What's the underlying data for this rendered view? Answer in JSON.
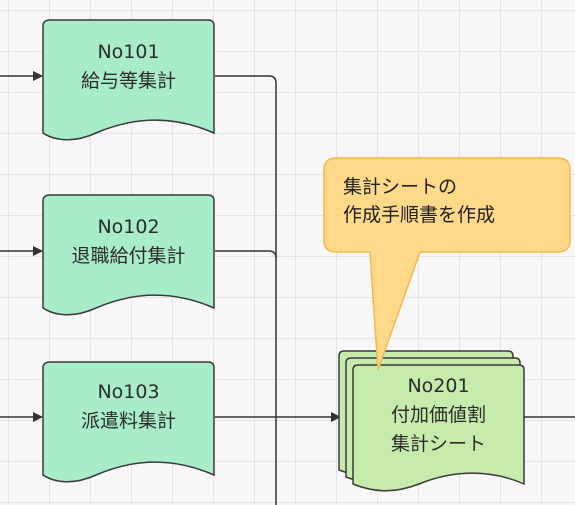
{
  "nodes": [
    {
      "id": "No101",
      "lines": [
        "No101",
        "給与等集計"
      ]
    },
    {
      "id": "No102",
      "lines": [
        "No102",
        "退職給付集計"
      ]
    },
    {
      "id": "No103",
      "lines": [
        "No103",
        "派遣料集計"
      ]
    },
    {
      "id": "No201",
      "lines": [
        "No201",
        "付加価値割",
        "集計シート"
      ]
    }
  ],
  "callout": {
    "lines": [
      "集計シートの",
      "作成手順書を作成"
    ]
  },
  "colors": {
    "doc_fill": "#a9edc8",
    "doc_stroke": "#3a3a3a",
    "multidoc_fill": "#c7ebac",
    "callout_fill": "#ffd98a",
    "callout_stroke": "#f2b84a",
    "connector": "#333333"
  }
}
